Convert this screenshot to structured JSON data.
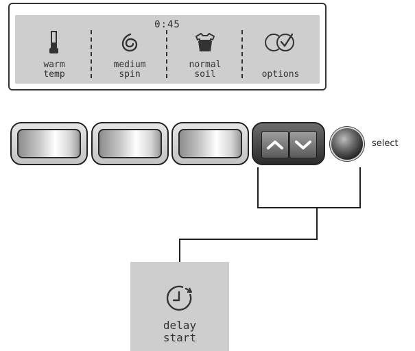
{
  "display": {
    "time": "0:45",
    "settings": [
      {
        "icon": "thermometer-icon",
        "line1": "warm",
        "line2": "temp"
      },
      {
        "icon": "spin-spiral-icon",
        "line1": "medium",
        "line2": "spin"
      },
      {
        "icon": "shirt-in-tub-icon",
        "line1": "normal",
        "line2": "soil"
      },
      {
        "icon": "options-check-icon",
        "line1": "",
        "line2": "options"
      }
    ]
  },
  "controls": {
    "arrow_icons": [
      "arrow-up-icon",
      "arrow-down-icon"
    ],
    "select_label": "select"
  },
  "delay_panel": {
    "icon": "delay-clock-icon",
    "line1": "delay",
    "line2": "start"
  }
}
